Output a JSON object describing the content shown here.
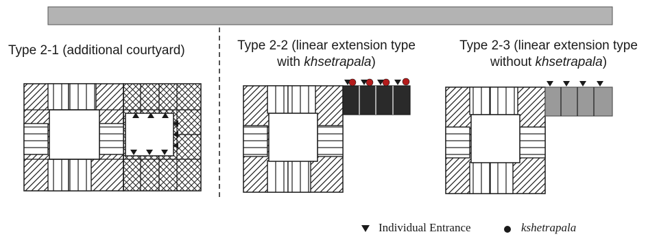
{
  "panels": {
    "type_2_1": {
      "title": "Type 2-1 (additional courtyard)"
    },
    "type_2_2": {
      "title_line1": "Type 2-2 (linear extension type",
      "title_line2_prefix": "with ",
      "title_line2_term": "khsetrapala",
      "title_line2_suffix": ")"
    },
    "type_2_3": {
      "title_line1": "Type 2-3 (linear extension type",
      "title_line2_prefix": "without ",
      "title_line2_term": "khsetrapala",
      "title_line2_suffix": ")"
    }
  },
  "legend": {
    "entrance_icon": "triangle-down-icon",
    "entrance_label": "Individual Entrance",
    "kshetrapala_icon": "dot-icon",
    "kshetrapala_label": "kshetrapala"
  },
  "colors": {
    "top_bar": "#b3b3b3",
    "line": "#1a1a1a",
    "dark_block": "#2a2a2a",
    "grey_block": "#9a9a9a",
    "kshetrapala_dot": "#b31b1b"
  }
}
